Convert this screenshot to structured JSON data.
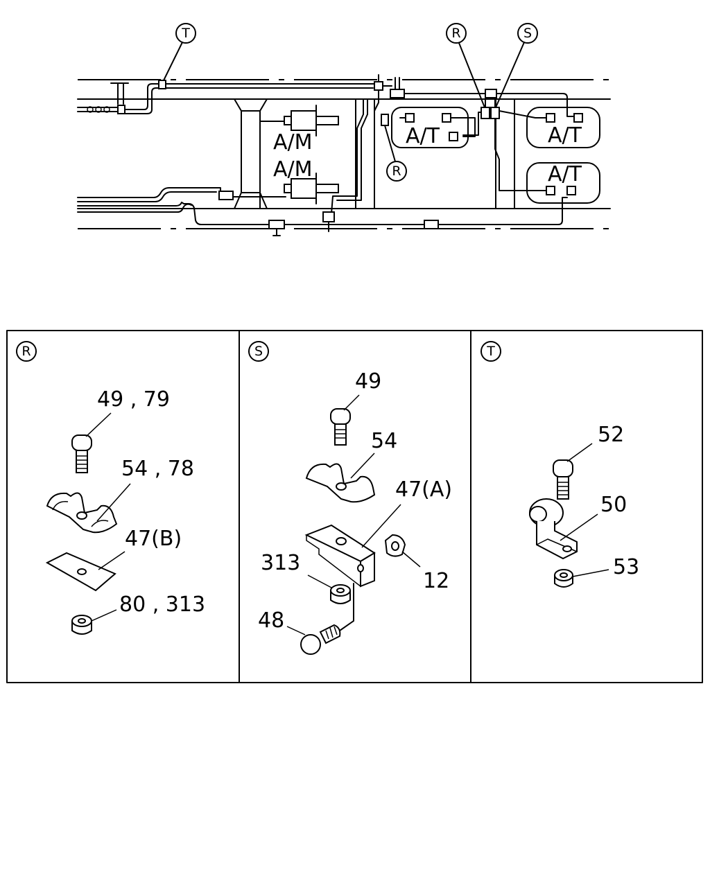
{
  "overview": {
    "callout_t": "T",
    "callout_r_top": "R",
    "callout_s_top": "S",
    "callout_r_mid": "R",
    "label_am_upper": "A/M",
    "label_am_lower": "A/M",
    "label_at_center": "A/T",
    "label_at_right_upper": "A/T",
    "label_at_right_lower": "A/T"
  },
  "panels": [
    {
      "callout": "R",
      "parts": {
        "bolt": "49 , 79",
        "clip": "54 , 78",
        "plate": "47(B)",
        "nut": "80 , 313"
      }
    },
    {
      "callout": "S",
      "parts": {
        "bolt": "49",
        "clip": "54",
        "bracket": "47(A)",
        "spacer": "313",
        "nut": "12",
        "bolt_lower": "48"
      }
    },
    {
      "callout": "T",
      "parts": {
        "bolt": "52",
        "clamp": "50",
        "nut": "53"
      }
    }
  ]
}
